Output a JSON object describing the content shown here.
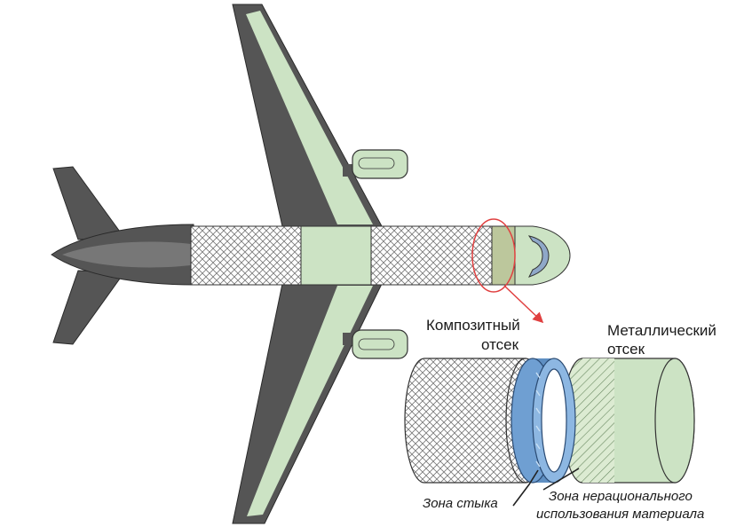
{
  "labels": {
    "composite_line1": "Композитный",
    "composite_line2": "отсек",
    "metal_line1": "Металлический",
    "metal_line2": "отсек",
    "joint_zone": "Зона стыка",
    "irrational_line1": "Зона нерационального",
    "irrational_line2": "использования материала"
  },
  "colors": {
    "dark": "#555555",
    "green": "#cce3c4",
    "outline": "#2a2a2a",
    "joint_ring": "#6f9fd2",
    "highlight": "#e04040"
  }
}
